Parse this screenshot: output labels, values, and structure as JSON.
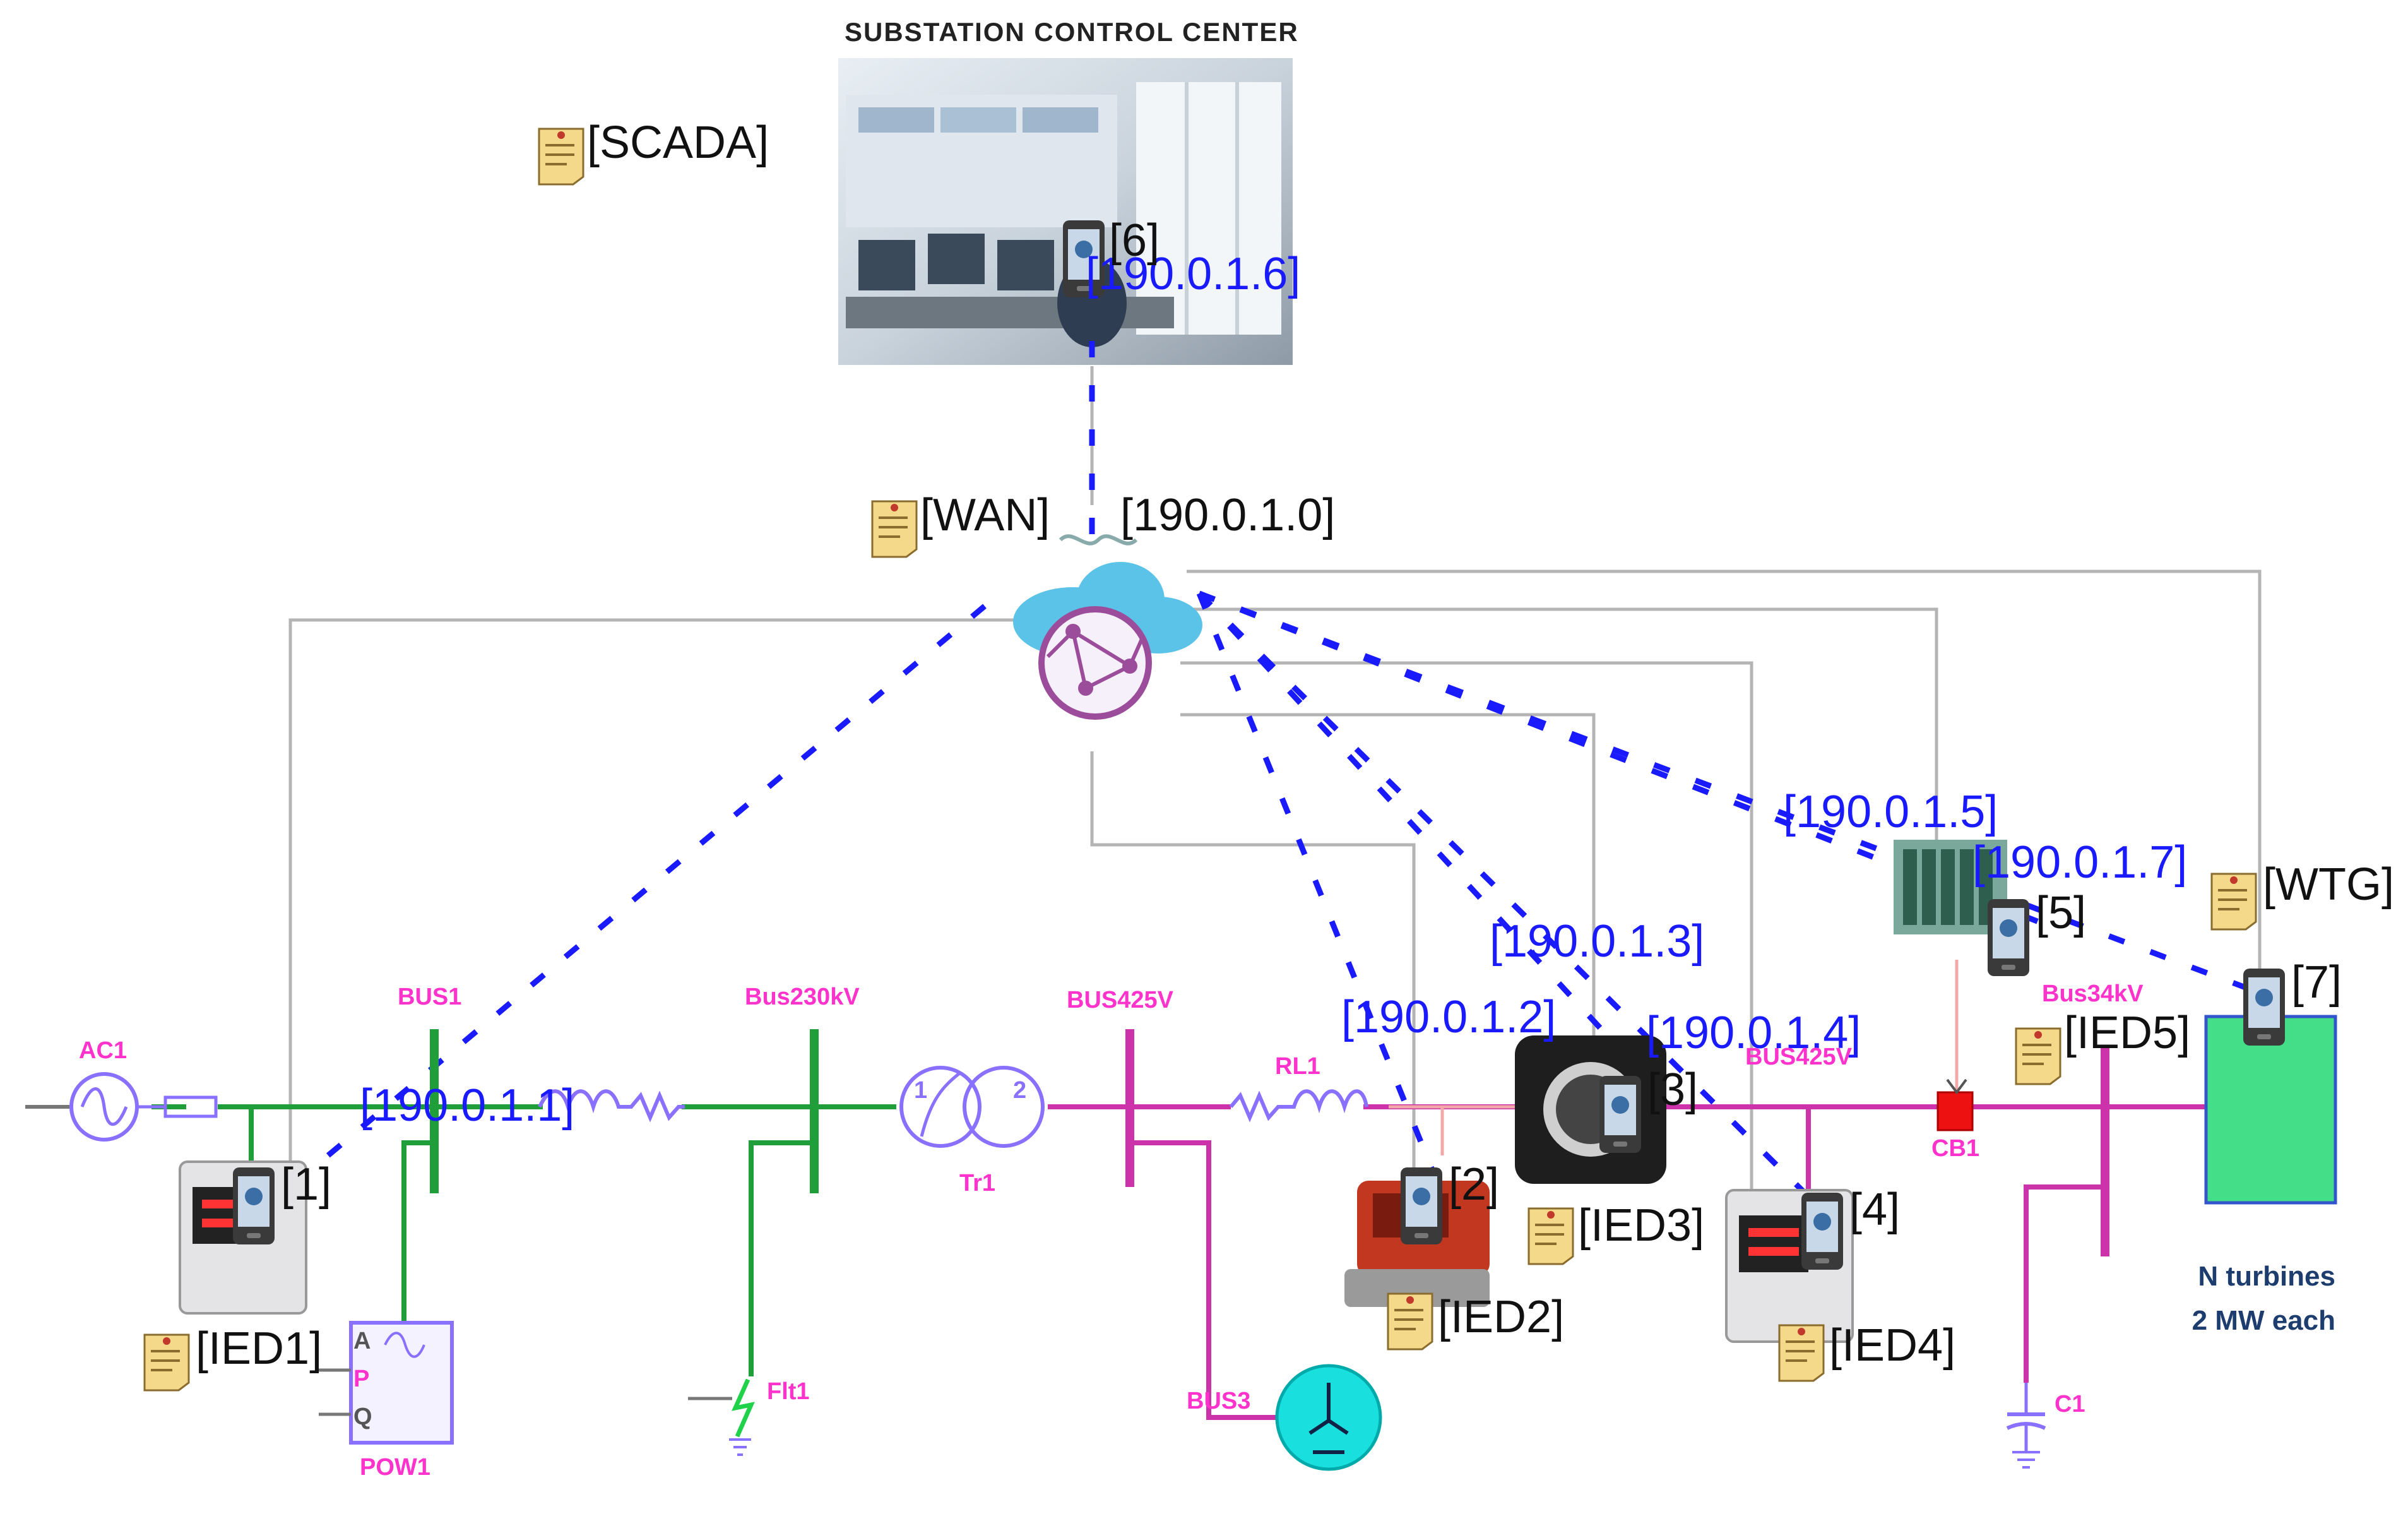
{
  "title": "SUBSTATION CONTROL CENTER",
  "groups": {
    "scada": "[SCADA]",
    "wan": "[WAN]",
    "wtg": "[WTG]",
    "ied1": "[IED1]",
    "ied2": "[IED2]",
    "ied3": "[IED3]",
    "ied4": "[IED4]",
    "ied5": "[IED5]"
  },
  "network": {
    "wan_ip": "[190.0.1.0]",
    "ips": {
      "n1": "[190.0.1.1]",
      "n2": "[190.0.1.2]",
      "n3": "[190.0.1.3]",
      "n4": "[190.0.1.4]",
      "n5": "[190.0.1.5]",
      "n6": "[190.0.1.6]",
      "n7": "[190.0.1.7]"
    },
    "node_ids": {
      "n1": "[1]",
      "n2": "[2]",
      "n3": "[3]",
      "n4": "[4]",
      "n5": "[5]",
      "n6": "[6]",
      "n7": "[7]"
    }
  },
  "power": {
    "ac1": "AC1",
    "bus1": "BUS1",
    "bus230": "Bus230kV",
    "bus425a": "BUS425V",
    "bus425b": "BUS425V",
    "bus34": "Bus34kV",
    "rl1": "RL1",
    "tr1": "Tr1",
    "tr1_w1": "1",
    "tr1_w2": "2",
    "pow1": "POW1",
    "pow1_a": "A",
    "pow1_p": "P",
    "pow1_q": "Q",
    "flt1": "Flt1",
    "bus3": "BUS3",
    "cb1": "CB1",
    "c1": "C1"
  },
  "turbines": {
    "line1": "N turbines",
    "line2": "2 MW each"
  },
  "colors": {
    "link": "#1a1aff",
    "green_line": "#1f9e3a",
    "magenta_line": "#cc33aa",
    "component_label": "#ff33cc",
    "gray_wire": "#b4b4b4",
    "wtg_fill": "#44dd88",
    "cb_fill": "#ee1111",
    "cloud": "#5bc3e8",
    "globe": "#9b4d9b"
  }
}
